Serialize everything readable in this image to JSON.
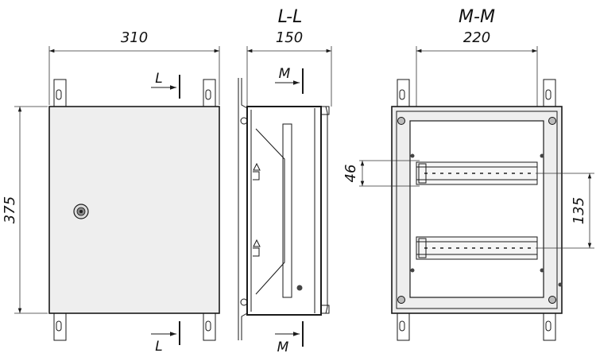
{
  "front_view": {
    "width_label": "310",
    "height_label": "375",
    "cut_top": "L",
    "cut_bottom": "L"
  },
  "side_section": {
    "title": "L-L",
    "width_label": "150",
    "cut_top": "M",
    "cut_bottom": "M"
  },
  "interior_section": {
    "title": "M-M",
    "width_label": "220",
    "rail_height_label": "46",
    "rail_spacing_label": "135"
  }
}
